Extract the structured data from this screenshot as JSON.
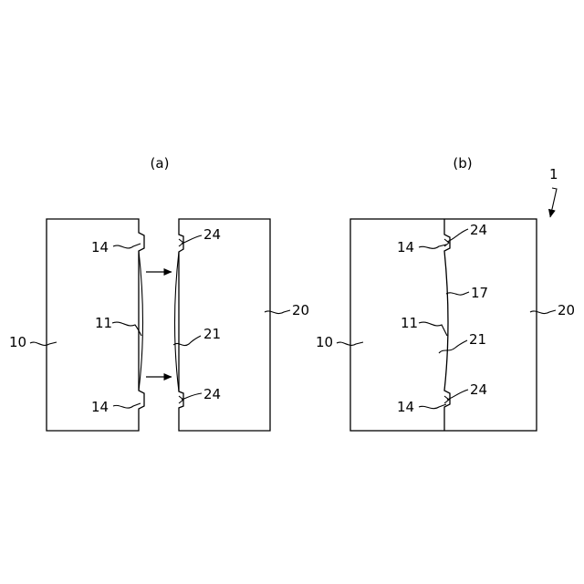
{
  "panels": {
    "a": {
      "caption": "(a)"
    },
    "b": {
      "caption": "(b)"
    }
  },
  "labels": {
    "a_14_top": "14",
    "a_24_top": "24",
    "a_11": "11",
    "a_21": "21",
    "a_10": "10",
    "a_20": "20",
    "a_14_bottom": "14",
    "a_24_bottom": "24",
    "b_1": "1",
    "b_24_top": "24",
    "b_14_top": "14",
    "b_17": "17",
    "b_11": "11",
    "b_21": "21",
    "b_10": "10",
    "b_20": "20",
    "b_24_bottom": "24",
    "b_14_bottom": "14"
  }
}
